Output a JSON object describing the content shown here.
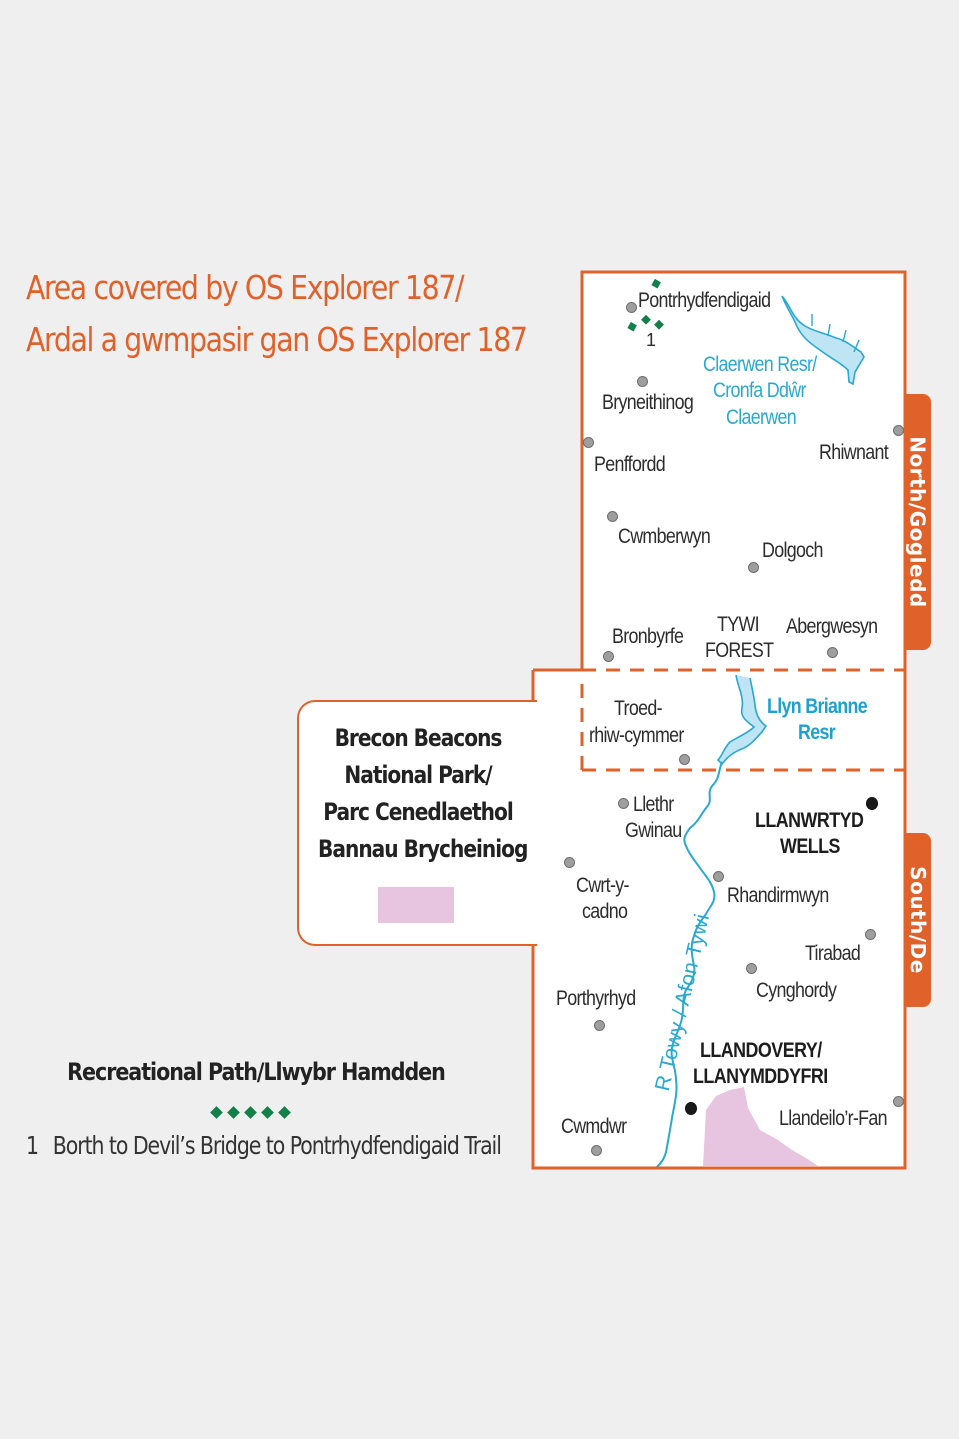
{
  "title": {
    "line1": "Area covered by OS Explorer 187/",
    "line2": "Ardal a gwmpasir gan OS Explorer 187"
  },
  "colors": {
    "accent": "#e0622a",
    "water": "#29a9cf",
    "national_park": "#e7c4df",
    "trail": "#13804a",
    "background": "#efefef"
  },
  "tabs": {
    "north": "North/Gogledd",
    "south": "South/De"
  },
  "legend": {
    "national_park": {
      "lines": [
        "Brecon Beacons",
        "National Park/",
        "Parc Cenedlaethol",
        "Bannau Brycheiniog"
      ]
    },
    "recreational_path": {
      "title": "Recreational Path/Llwybr Hamdden",
      "items": [
        {
          "number": "1",
          "label": "Borth to Devil’s Bridge to Pontrhydfendigaid Trail"
        }
      ]
    }
  },
  "map": {
    "trail_marker": "1",
    "places": {
      "pontrhydfendigaid": "Pontrhydfendigaid",
      "bryneithinog": "Bryneithinog",
      "penffordd": "Penffordd",
      "rhiwnant": "Rhiwnant",
      "cwmberwyn": "Cwmberwyn",
      "dolgoch": "Dolgoch",
      "bronbyrfe": "Bronbyrfe",
      "tywi_forest_1": "TYWI",
      "tywi_forest_2": "FOREST",
      "abergwesyn": "Abergwesyn",
      "troed_1": "Troed-",
      "troed_2": "rhiw-cymmer",
      "llethr_1": "Llethr",
      "llethr_2": "Gwinau",
      "llanwrtyd_1": "LLANWRTYD",
      "llanwrtyd_2": "WELLS",
      "cwrt_1": "Cwrt-y-",
      "cwrt_2": "cadno",
      "rhandirmwyn": "Rhandirmwyn",
      "tirabad": "Tirabad",
      "cynghordy": "Cynghordy",
      "porthyrhyd": "Porthyrhyd",
      "llandovery_1": "LLANDOVERY/",
      "llandovery_2": "LLANYMDDYFRI",
      "cwmdwr": "Cwmdwr",
      "llandeilo": "Llandeilo’r-Fan"
    },
    "water": {
      "claerwen_1": "Claerwen Resr/",
      "claerwen_2": "Cronfa Ddŵr",
      "claerwen_3": "Claerwen",
      "brianne_1": "Llyn Brianne",
      "brianne_2": "Resr",
      "river": "R Towy / Afon Tywi"
    }
  }
}
